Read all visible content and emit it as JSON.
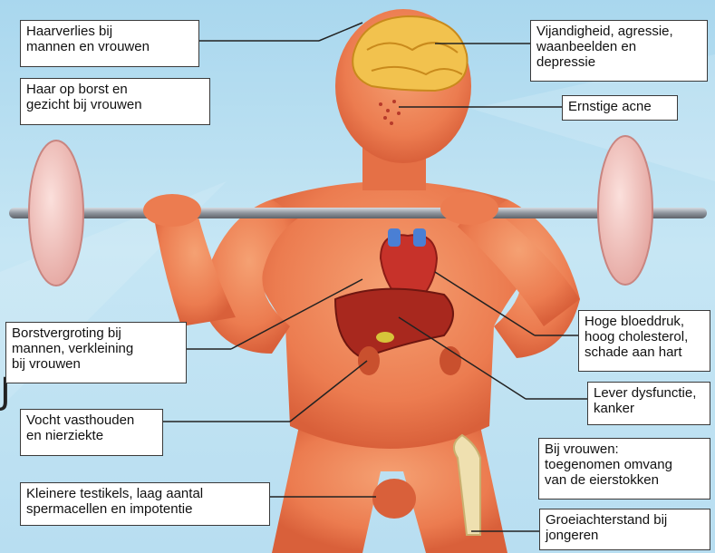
{
  "labels": {
    "hair_loss": "Haarverlies bij\nmannen en vrouwen",
    "hair_women": "Haar op borst en\ngezicht bij vrouwen",
    "hostility": "Vijandigheid, agressie,\nwaanbeelden en\ndepressie",
    "acne": "Ernstige acne",
    "breast": "Borstvergroting bij\nmannen, verkleining\nbij vrouwen",
    "blood_pressure": "Hoge bloeddruk,\nhoog cholesterol,\nschade aan hart",
    "liver": "Lever dysfunctie,\nkanker",
    "fluid": "Vocht vasthouden\nen nierziekte",
    "ovaries": "Bij vrouwen:\ntoegenomen omvang\nvan de eierstokken",
    "testicles": "Kleinere testikels, laag aantal\nspermacellen en impotentie",
    "growth": "Groeiachterstand bij\njongeren"
  },
  "edge_glyph": "J",
  "colors": {
    "background": "#b8def1",
    "skin": "#f08a5c",
    "skin_dark": "#d9603a",
    "brain": "#f2c24e",
    "liver": "#a8281e",
    "plate": "#f2c0bc",
    "bar": "#9aa0a8",
    "label_border": "#3a3a3a"
  }
}
